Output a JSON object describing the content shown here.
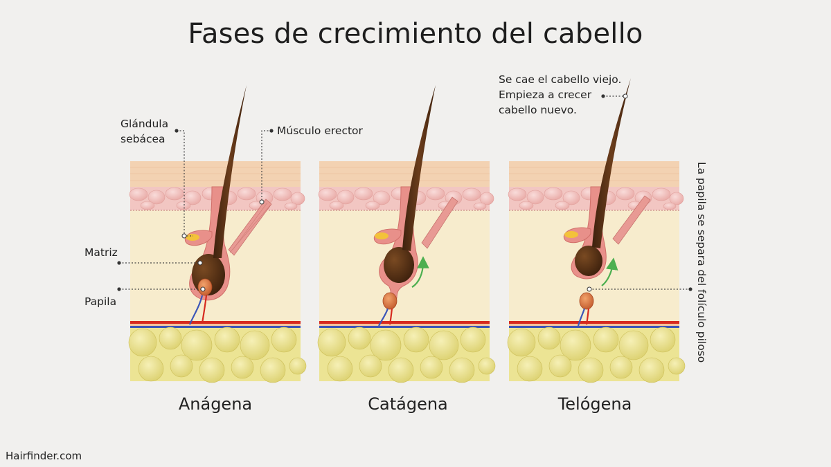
{
  "title": "Fases de crecimiento del cabello",
  "labels": {
    "gland_line1": "Glándula",
    "gland_line2": "sebácea",
    "muscle": "Músculo erector",
    "matrix": "Matriz",
    "papilla": "Papila",
    "telogen_line1": "Se cae el cabello viejo.",
    "telogen_line2": "Empieza a crecer",
    "telogen_line3": "cabello nuevo.",
    "separation": "La papila se separa del folículo piloso"
  },
  "phases": [
    "Anágena",
    "Catágena",
    "Telógena"
  ],
  "credit": "Hairfinder.com",
  "colors": {
    "background": "#f1f0ee",
    "epidermis": "#f3d2b2",
    "dermis_cells": "#f2c6c2",
    "dermis": "#f7eccd",
    "fat": "#ece494",
    "hair": "#5a3318",
    "follicle": "#e8908a",
    "sebaceous": "#f3c23a",
    "arrow": "#4caf50",
    "artery": "#d62a1f",
    "vein": "#3c56b8"
  }
}
